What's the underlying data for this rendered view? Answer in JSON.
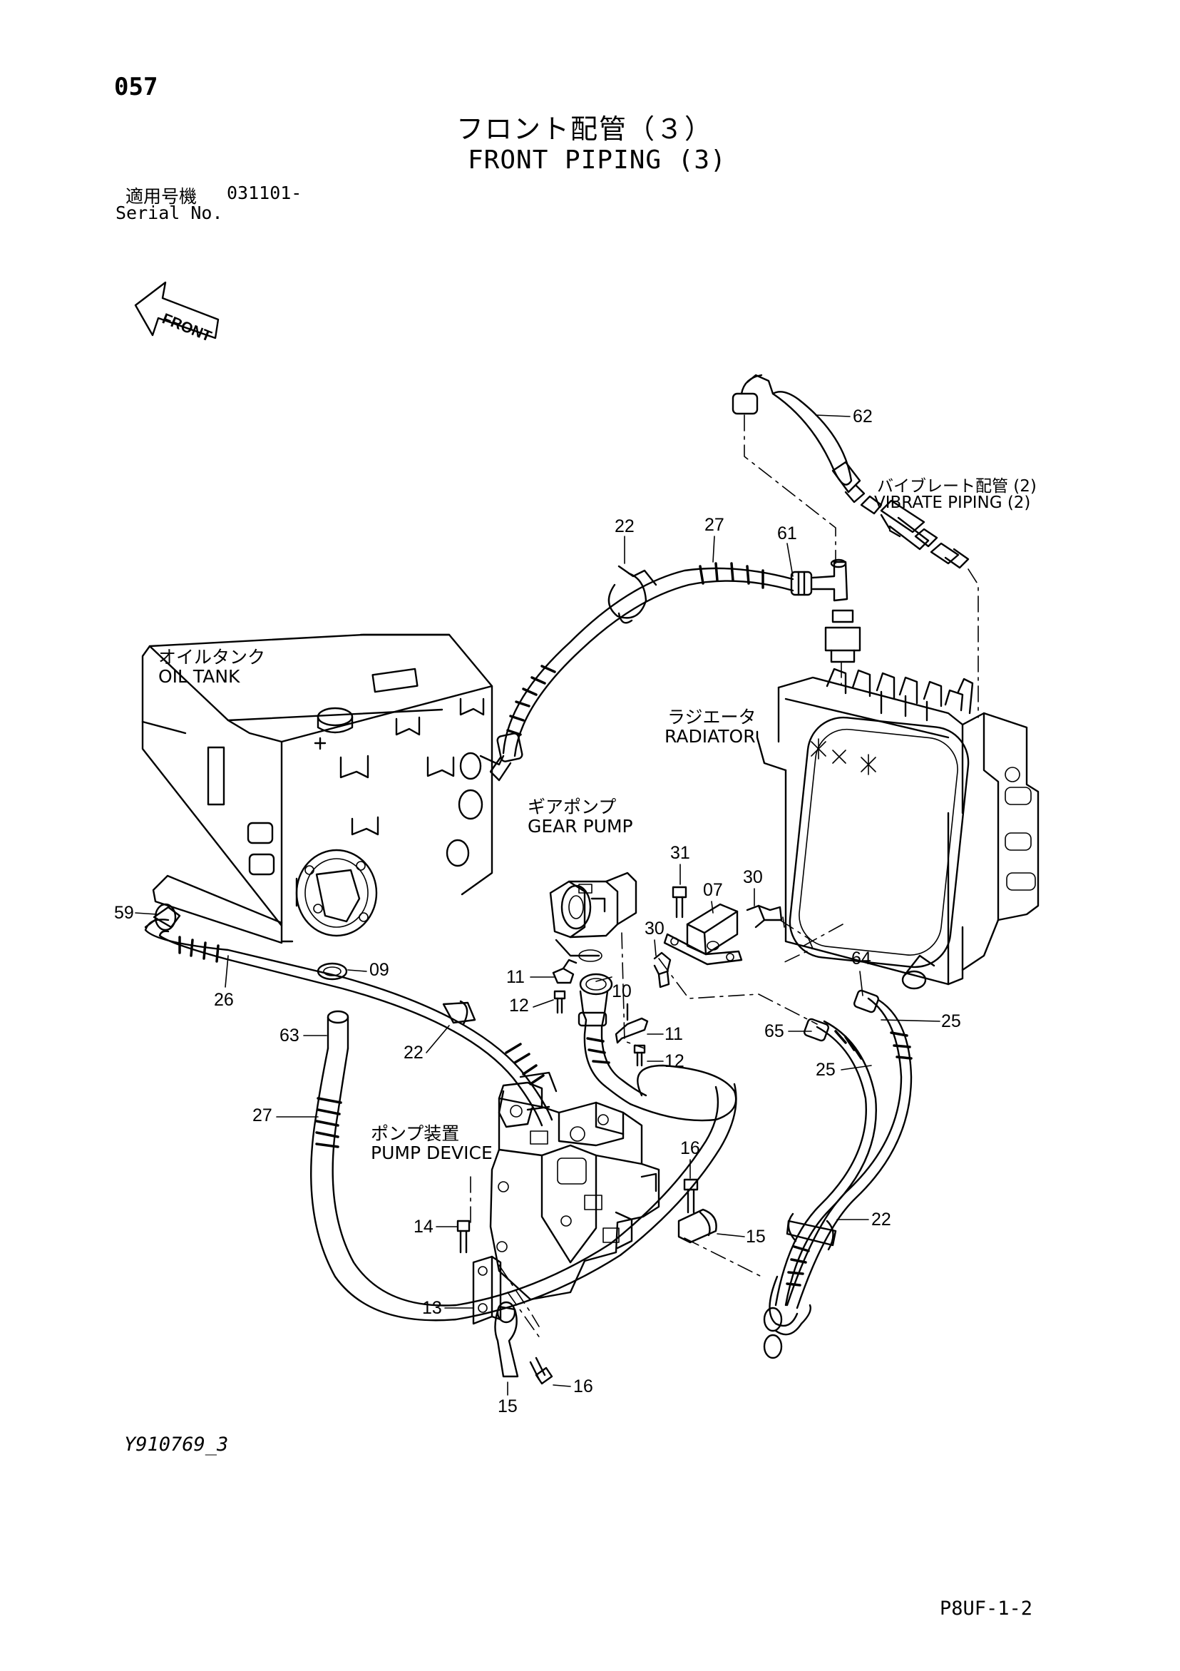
{
  "header": {
    "page_number": "057",
    "title_ja": "フロント配管（３）",
    "title_en": "FRONT PIPING (3)",
    "serial_label_ja": "適用号機",
    "serial_value": "031101-",
    "serial_label_en": "Serial No."
  },
  "orientation": {
    "front_label": "FRONT",
    "icon": "front-arrow-icon"
  },
  "components": {
    "oil_tank": {
      "ja": "オイルタンク",
      "en": "OIL TANK"
    },
    "radiator": {
      "ja": "ラジエータ",
      "en": "RADIATOR"
    },
    "gear_pump": {
      "ja": "ギアポンプ",
      "en": "GEAR PUMP"
    },
    "pump_device": {
      "ja": "ポンプ装置",
      "en": "PUMP DEVICE"
    },
    "vibrate_piping": {
      "ja": "バイブレート配管 (2)",
      "en": "VIBRATE PIPING (2)"
    }
  },
  "part_numbers": {
    "p62": "62",
    "p22a": "22",
    "p27a": "27",
    "p61": "61",
    "p59": "59",
    "p09": "09",
    "p26": "26",
    "p63": "63",
    "p22b": "22",
    "p27b": "27",
    "p31": "31",
    "p07": "07",
    "p30a": "30",
    "p30b": "30",
    "p11a": "11",
    "p10": "10",
    "p12a": "12",
    "p11b": "11",
    "p12b": "12",
    "p64": "64",
    "p25a": "25",
    "p65": "65",
    "p25b": "25",
    "p16a": "16",
    "p14": "14",
    "p15a": "15",
    "p22c": "22",
    "p13": "13",
    "p16b": "16",
    "p15b": "15"
  },
  "footer": {
    "drawing_id": "Y910769_3",
    "sheet_id": "P8UF-1-2"
  }
}
